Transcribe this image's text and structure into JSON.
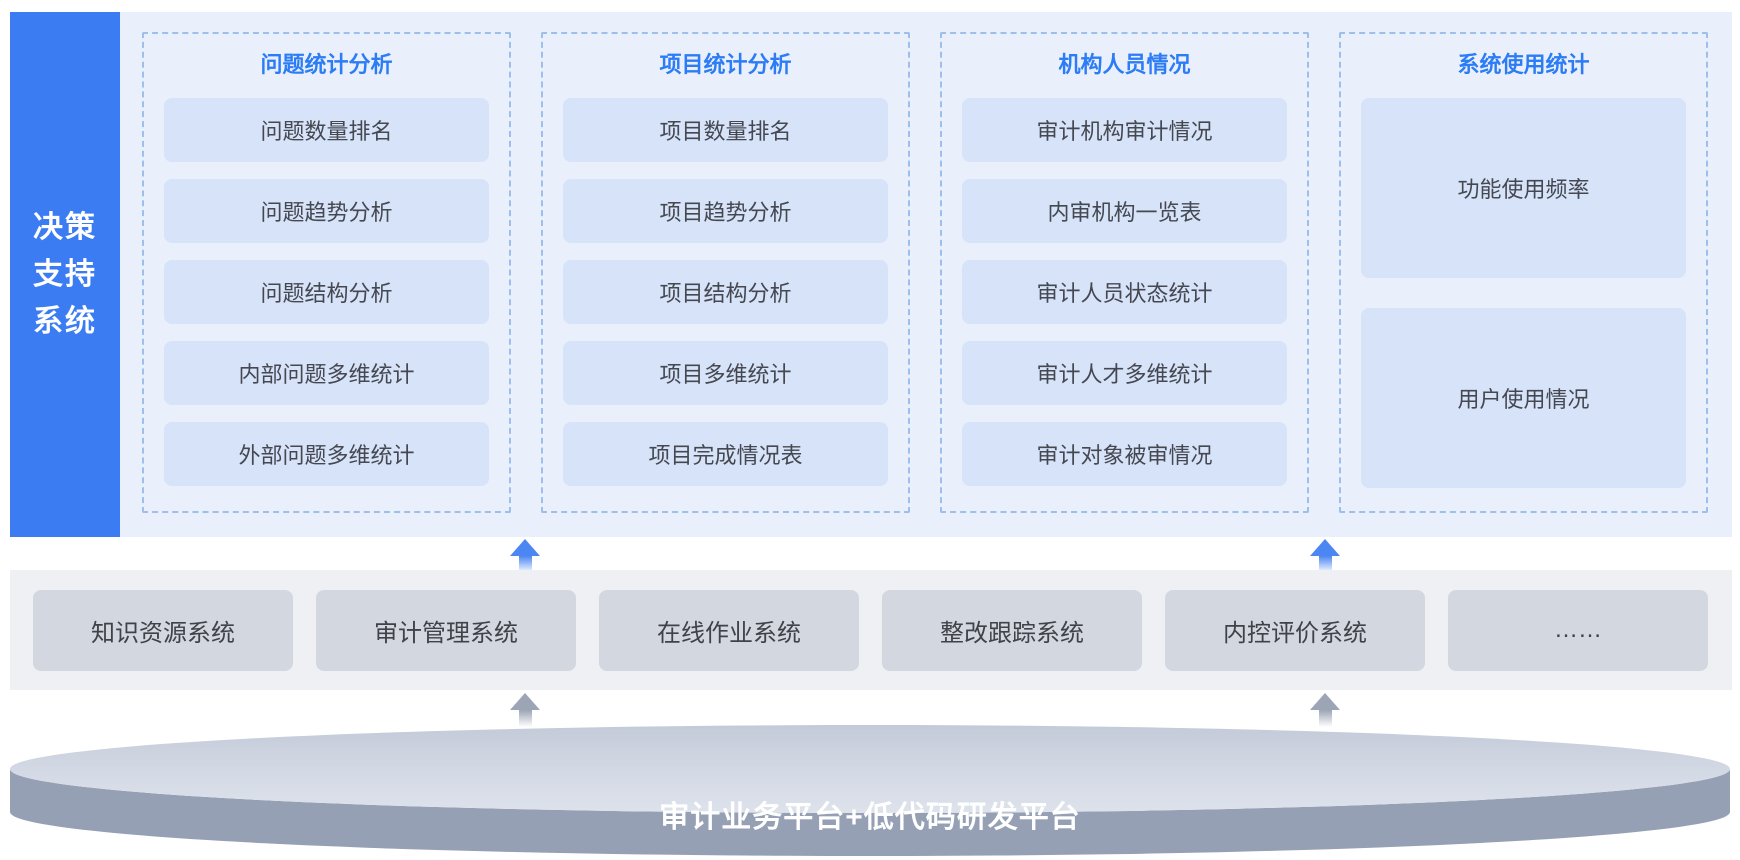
{
  "sidebar": {
    "title": "决策支持系统",
    "title_lines": [
      "决策",
      "支持",
      "系统"
    ]
  },
  "columns": [
    {
      "title": "问题统计分析",
      "items": [
        "问题数量排名",
        "问题趋势分析",
        "问题结构分析",
        "内部问题多维统计",
        "外部问题多维统计"
      ]
    },
    {
      "title": "项目统计分析",
      "items": [
        "项目数量排名",
        "项目趋势分析",
        "项目结构分析",
        "项目多维统计",
        "项目完成情况表"
      ]
    },
    {
      "title": "机构人员情况",
      "items": [
        "审计机构审计情况",
        "内审机构一览表",
        "审计人员状态统计",
        "审计人才多维统计",
        "审计对象被审情况"
      ]
    },
    {
      "title": "系统使用统计",
      "items": [
        "功能使用频率",
        "用户使用情况"
      ]
    }
  ],
  "systems_row": {
    "items": [
      "知识资源系统",
      "审计管理系统",
      "在线作业系统",
      "整改跟踪系统",
      "内控评价系统",
      "……"
    ]
  },
  "platform": {
    "label": "审计业务平台+低代码研发平台"
  },
  "colors": {
    "sidebar_blue": "#3b7cf3",
    "panel_bg": "#e9effb",
    "dashed_border": "#9dbfec",
    "column_title_blue": "#2b7cf5",
    "item_box_fill": "#d6e3f9",
    "item_text": "#454850",
    "systems_row_bg": "#eef0f4",
    "system_box_fill": "#d2d7e0",
    "arrow_blue": "#4c86f2",
    "arrow_gray": "#9ca5b5",
    "cylinder_top": "#ccd3e0",
    "cylinder_body": "#96a0b4"
  }
}
